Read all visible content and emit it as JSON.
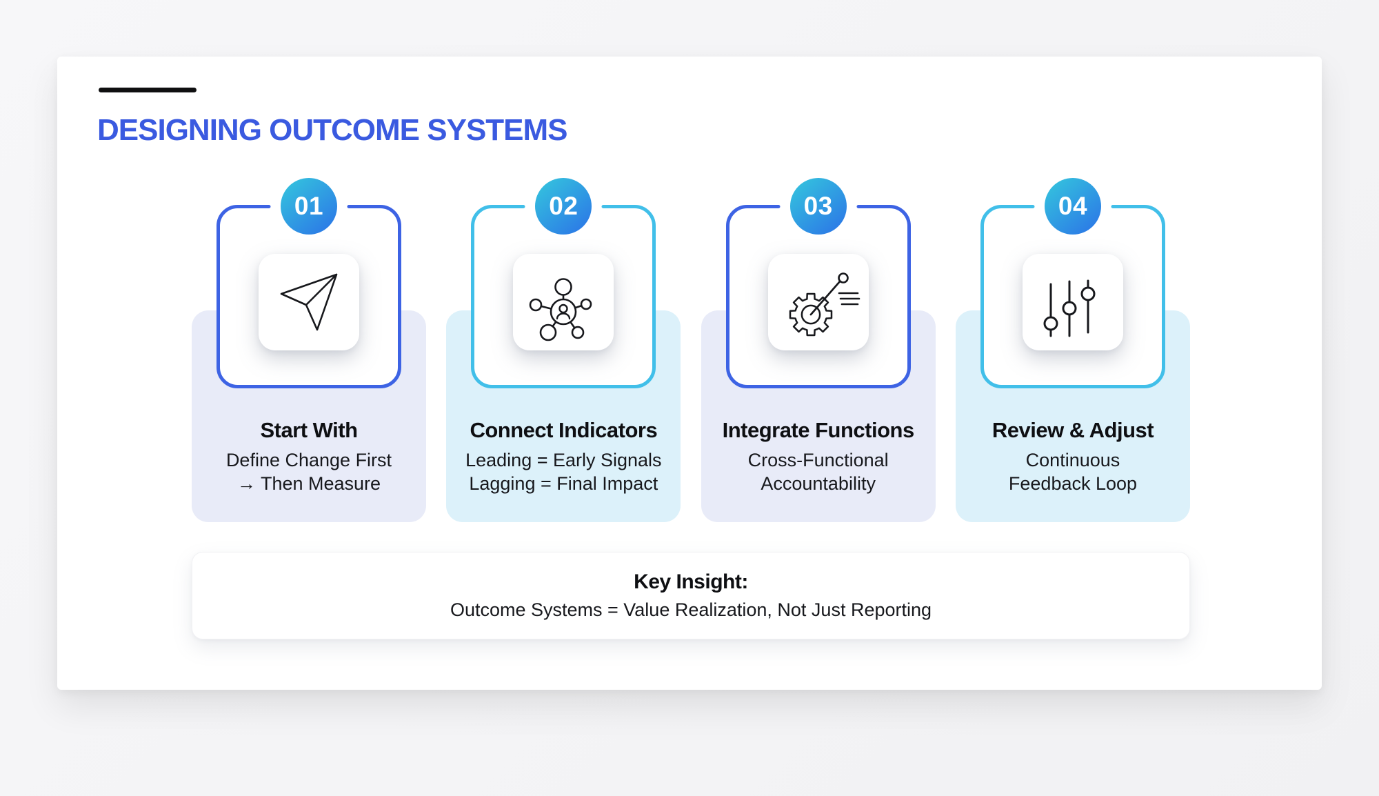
{
  "slide": {
    "title": "DESIGNING OUTCOME SYSTEMS"
  },
  "steps": [
    {
      "number": "01",
      "title": "Start With",
      "desc_lines": [
        "Define Change First",
        "→ Then Measure"
      ],
      "accent": "blue",
      "icon": "paper-plane-icon"
    },
    {
      "number": "02",
      "title": "Connect Indicators",
      "desc_lines": [
        "Leading = Early Signals",
        "Lagging = Final Impact"
      ],
      "accent": "cyan",
      "icon": "network-icon"
    },
    {
      "number": "03",
      "title": "Integrate Functions",
      "desc_lines": [
        "Cross-Functional",
        "Accountability"
      ],
      "accent": "blue",
      "icon": "gear-icon"
    },
    {
      "number": "04",
      "title": "Review & Adjust",
      "desc_lines": [
        "Continuous",
        "Feedback Loop"
      ],
      "accent": "cyan",
      "icon": "sliders-icon"
    }
  ],
  "key_insight": {
    "title": "Key Insight:",
    "text": "Outcome Systems = Value Realization, Not Just Reporting"
  },
  "colors": {
    "title_blue": "#3a5ae0",
    "border_blue": "#3d63e4",
    "border_cyan": "#41bfe9",
    "card_bg_lavender": "#e8ebf8",
    "card_bg_lightcyan": "#dcf1fa",
    "badge_gradient_start": "#34c1de",
    "badge_gradient_end": "#2c7ce6",
    "text_dark": "#17181c",
    "accent_line_black": "#0f0f10"
  }
}
